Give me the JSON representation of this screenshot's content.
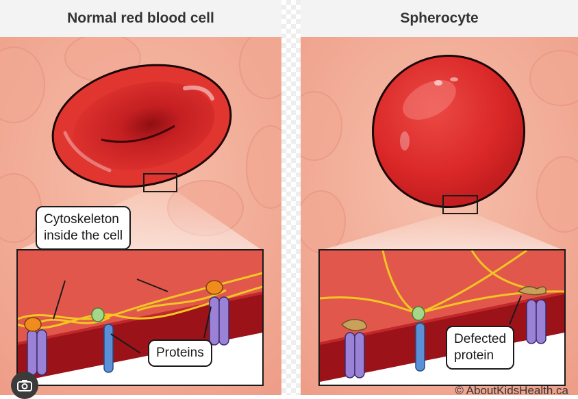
{
  "panels": {
    "left": {
      "title": "Normal red blood cell"
    },
    "right": {
      "title": "Spherocyte"
    }
  },
  "callouts": {
    "cytoskeleton_line1": "Cytoskeleton",
    "cytoskeleton_line2": "inside the cell",
    "proteins": "Proteins",
    "defected_line1": "Defected",
    "defected_line2": "protein"
  },
  "credit": "© AboutKidsHealth.ca",
  "icons": [
    "camera-icon"
  ],
  "colors": {
    "background_pink": "#f4b4a0",
    "cell_red": "#d42a2a",
    "membrane_dark": "#9b1218",
    "cytoskeleton_yellow": "#f3c623",
    "protein_purple": "#9a82d6",
    "protein_blue": "#5b8fd6",
    "node_orange": "#f08c1e",
    "node_green": "#a6d68a",
    "defected_tan": "#c9a15a"
  }
}
